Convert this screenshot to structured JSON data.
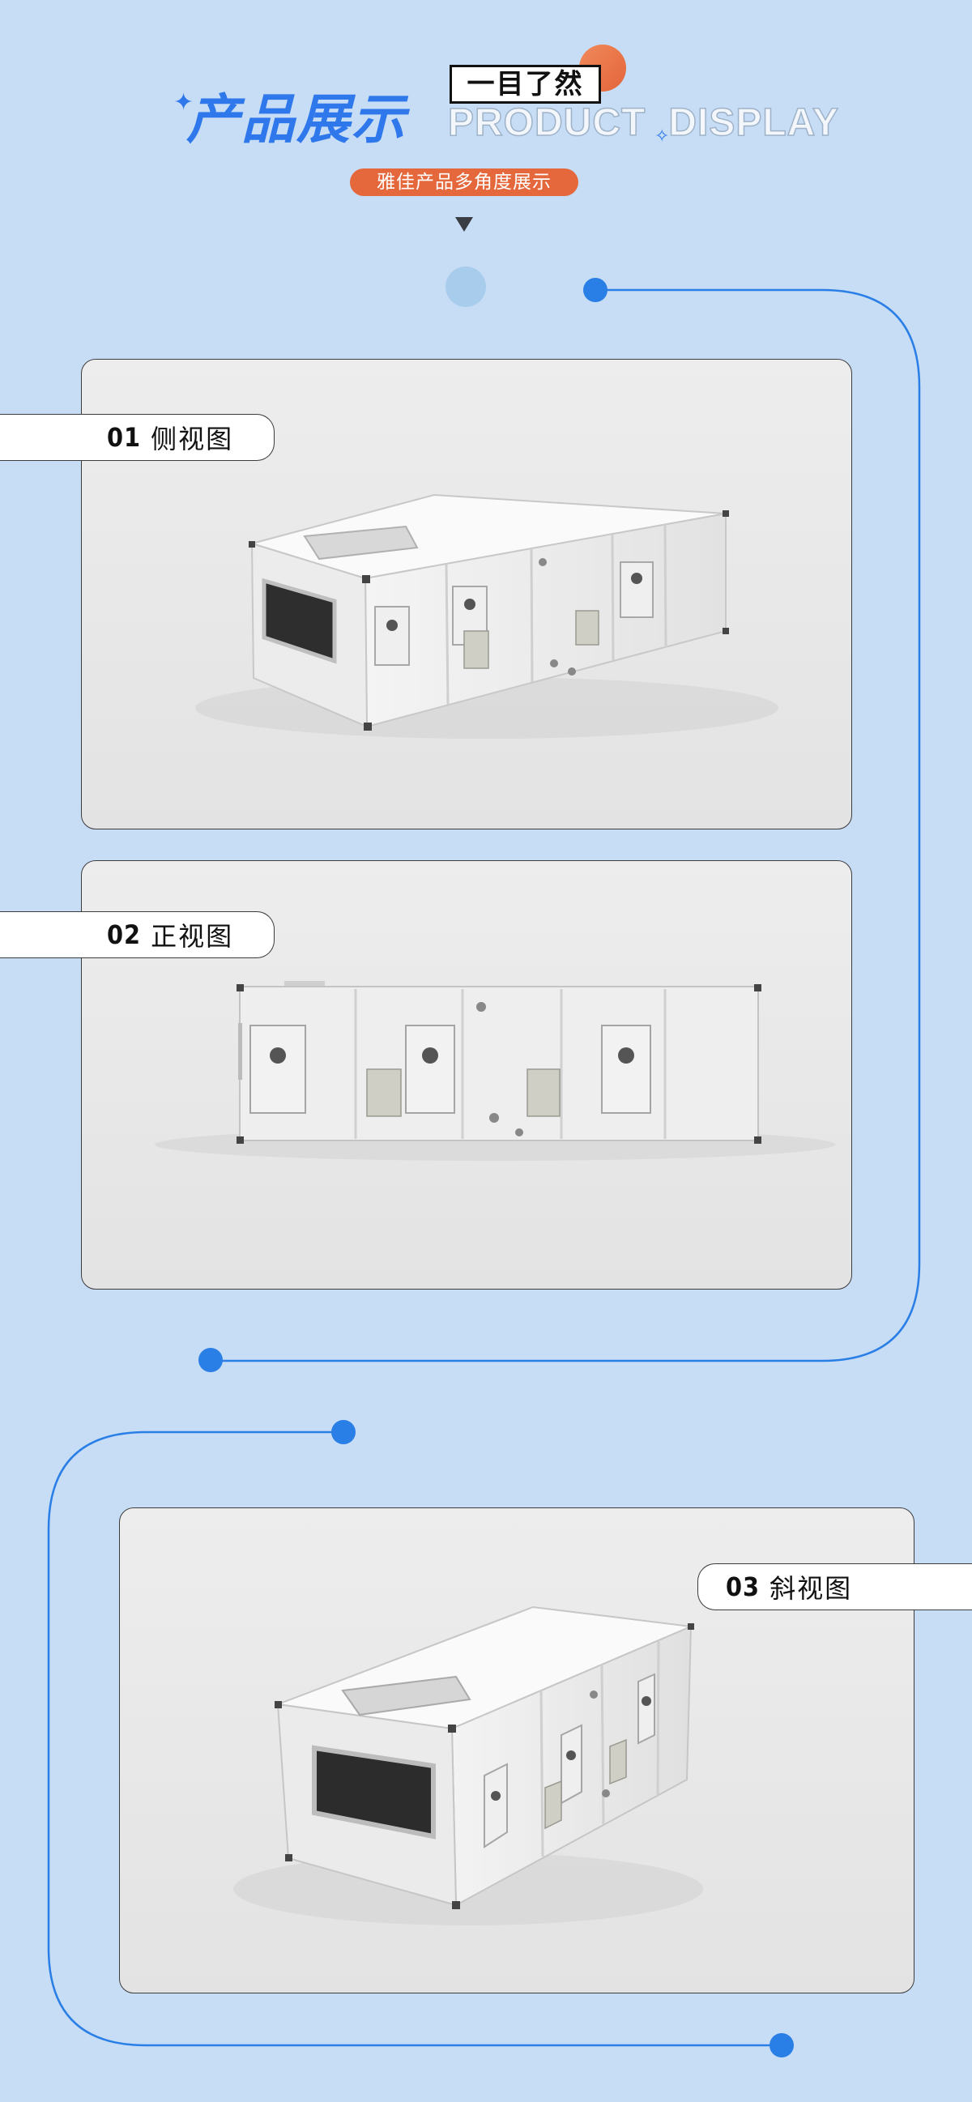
{
  "header": {
    "title_cn": "产品展示",
    "title_en_1": "PRODUCT",
    "title_en_2": "DISPLAY",
    "badge": "一目了然",
    "subtitle": "雅佳产品多角度展示"
  },
  "views": [
    {
      "number": "01",
      "label": "侧视图"
    },
    {
      "number": "02",
      "label": "正视图"
    },
    {
      "number": "03",
      "label": "斜视图"
    }
  ],
  "colors": {
    "background": "#c7dcf5",
    "accent_blue": "#2a7fe6",
    "accent_orange": "#e4683c"
  }
}
